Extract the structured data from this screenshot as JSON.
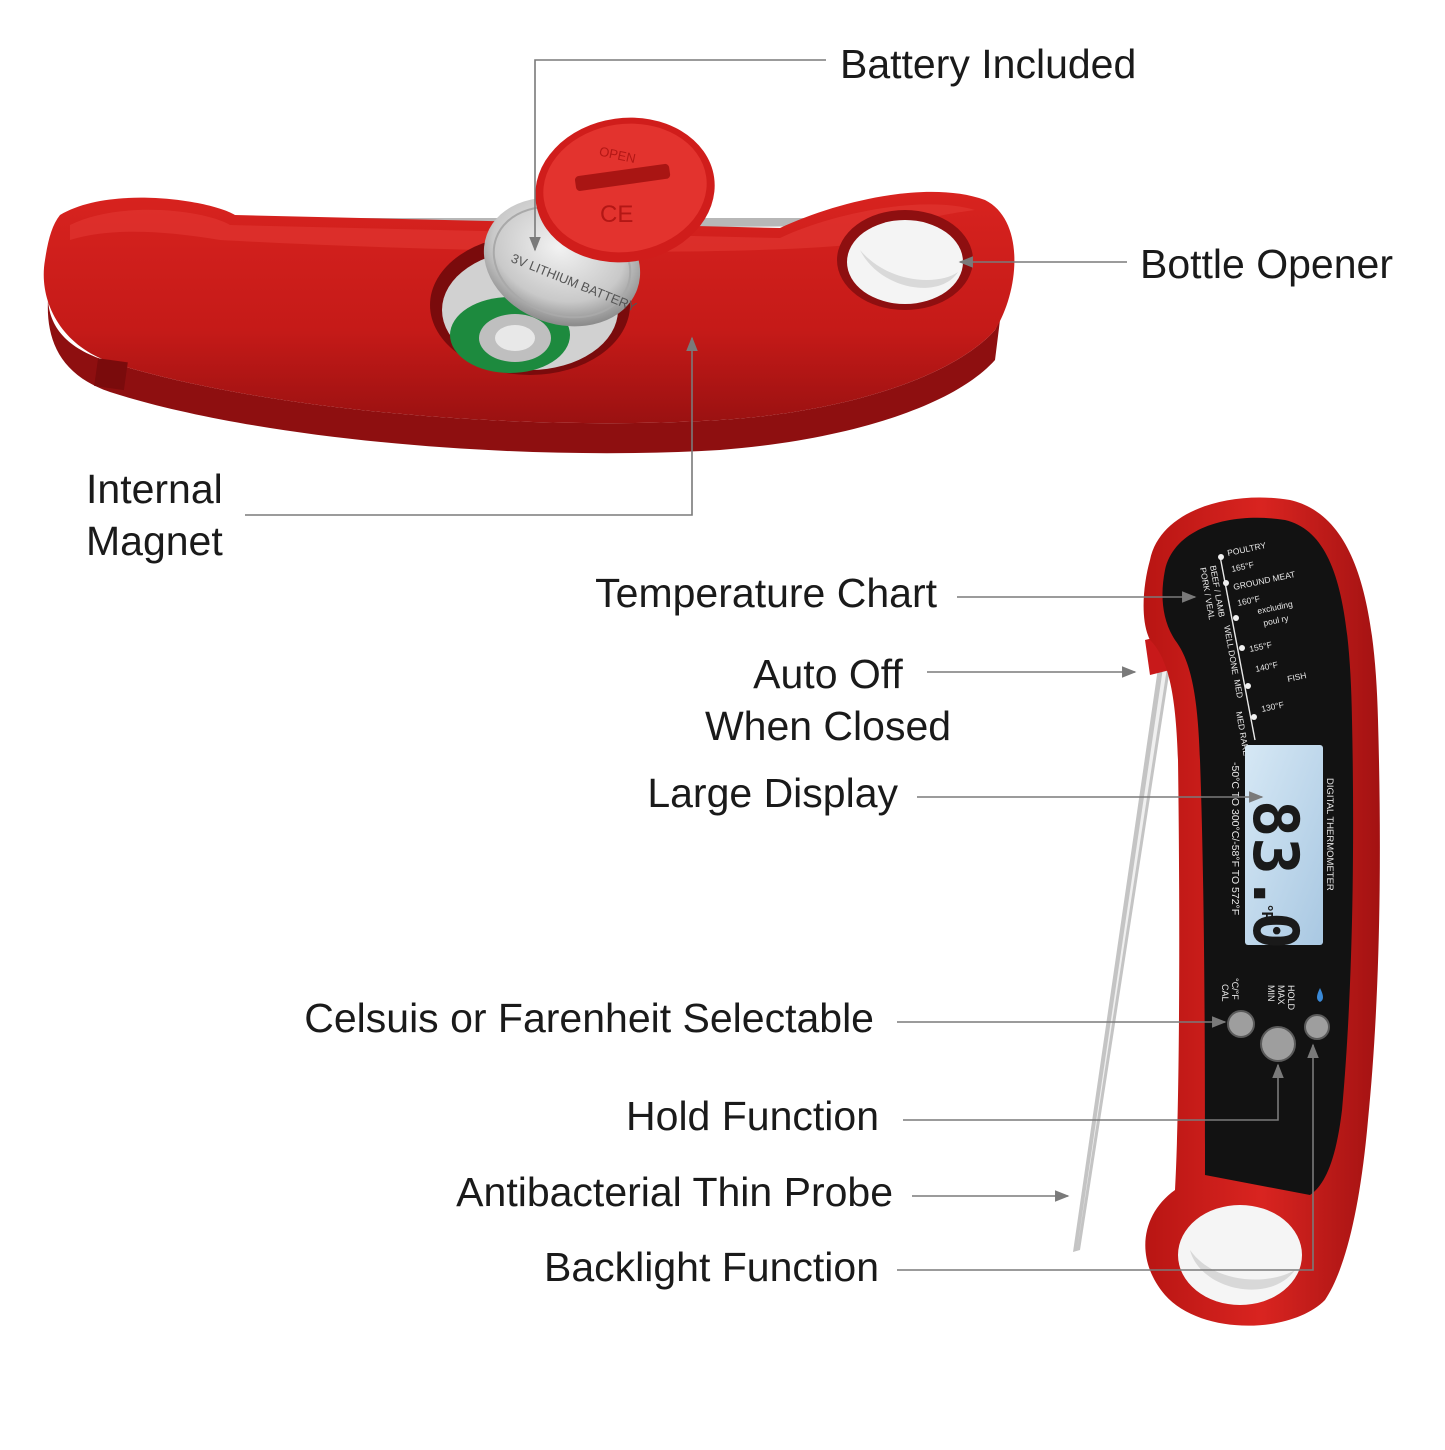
{
  "callouts": {
    "battery_included": "Battery Included",
    "bottle_opener": "Bottle Opener",
    "internal_magnet_line1": "Internal",
    "internal_magnet_line2": "Magnet",
    "temperature_chart": "Temperature Chart",
    "auto_off_line1": "Auto Off",
    "auto_off_line2": "When Closed",
    "large_display": "Large Display",
    "celsius_fahrenheit": "Celsuis or Farenheit Selectable",
    "hold_function": "Hold Function",
    "thin_probe": "Antibacterial Thin Probe",
    "backlight_function": "Backlight Function"
  },
  "device_printing": {
    "battery_cover": "OPEN",
    "ce_mark": "CE",
    "battery_text": "3V LITHIUM BATTERY",
    "chart_poultry": "POULTRY",
    "chart_165": "165°F",
    "chart_beef_lamb": "BEEF / LAMB",
    "chart_pork_veal": "PORK / VEAL",
    "chart_ground_meat": "GROUND MEAT",
    "chart_160": "160°F",
    "chart_excluding": "excluding",
    "chart_poultry2": "poul ry",
    "chart_well_done": "WELL DONE",
    "chart_155": "155°F",
    "chart_med": "MED",
    "chart_140": "140°F",
    "chart_fish": "FISH",
    "chart_med_rare": "MED RARE",
    "chart_130": "130°F",
    "range_text": "-50°C TO 300°C/-58°F TO 572°F",
    "brand_text": "DIGITAL THERMOMETER",
    "display_value": "83.0",
    "display_unit": "°F",
    "btn_cf": "°C/°F",
    "btn_cal": "CAL",
    "btn_hold": "HOLD",
    "btn_max": "MAX",
    "btn_min": "MIN"
  },
  "colors": {
    "body_red": "#c8191a",
    "dark_red": "#8e0f10",
    "face_black": "#121212",
    "lcd_blue": "#bcd6ea",
    "leader_gray": "#7a7a7a"
  }
}
